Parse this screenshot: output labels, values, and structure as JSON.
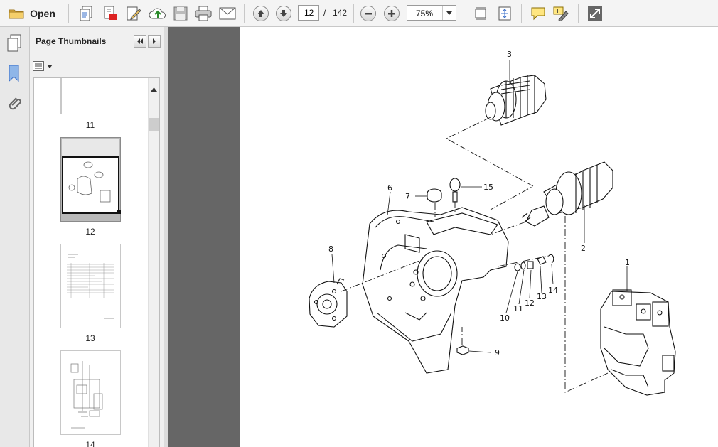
{
  "toolbar": {
    "open_label": "Open",
    "current_page": "12",
    "page_separator": "/",
    "total_pages": "142",
    "zoom": "75%"
  },
  "panel": {
    "title": "Page Thumbnails"
  },
  "thumbnails": [
    {
      "page": "11"
    },
    {
      "page": "12",
      "selected": true
    },
    {
      "page": "13"
    },
    {
      "page": "14"
    }
  ],
  "diagram": {
    "callouts": [
      "1",
      "2",
      "3",
      "6",
      "7",
      "8",
      "9",
      "10",
      "11",
      "12",
      "13",
      "14",
      "15"
    ]
  }
}
